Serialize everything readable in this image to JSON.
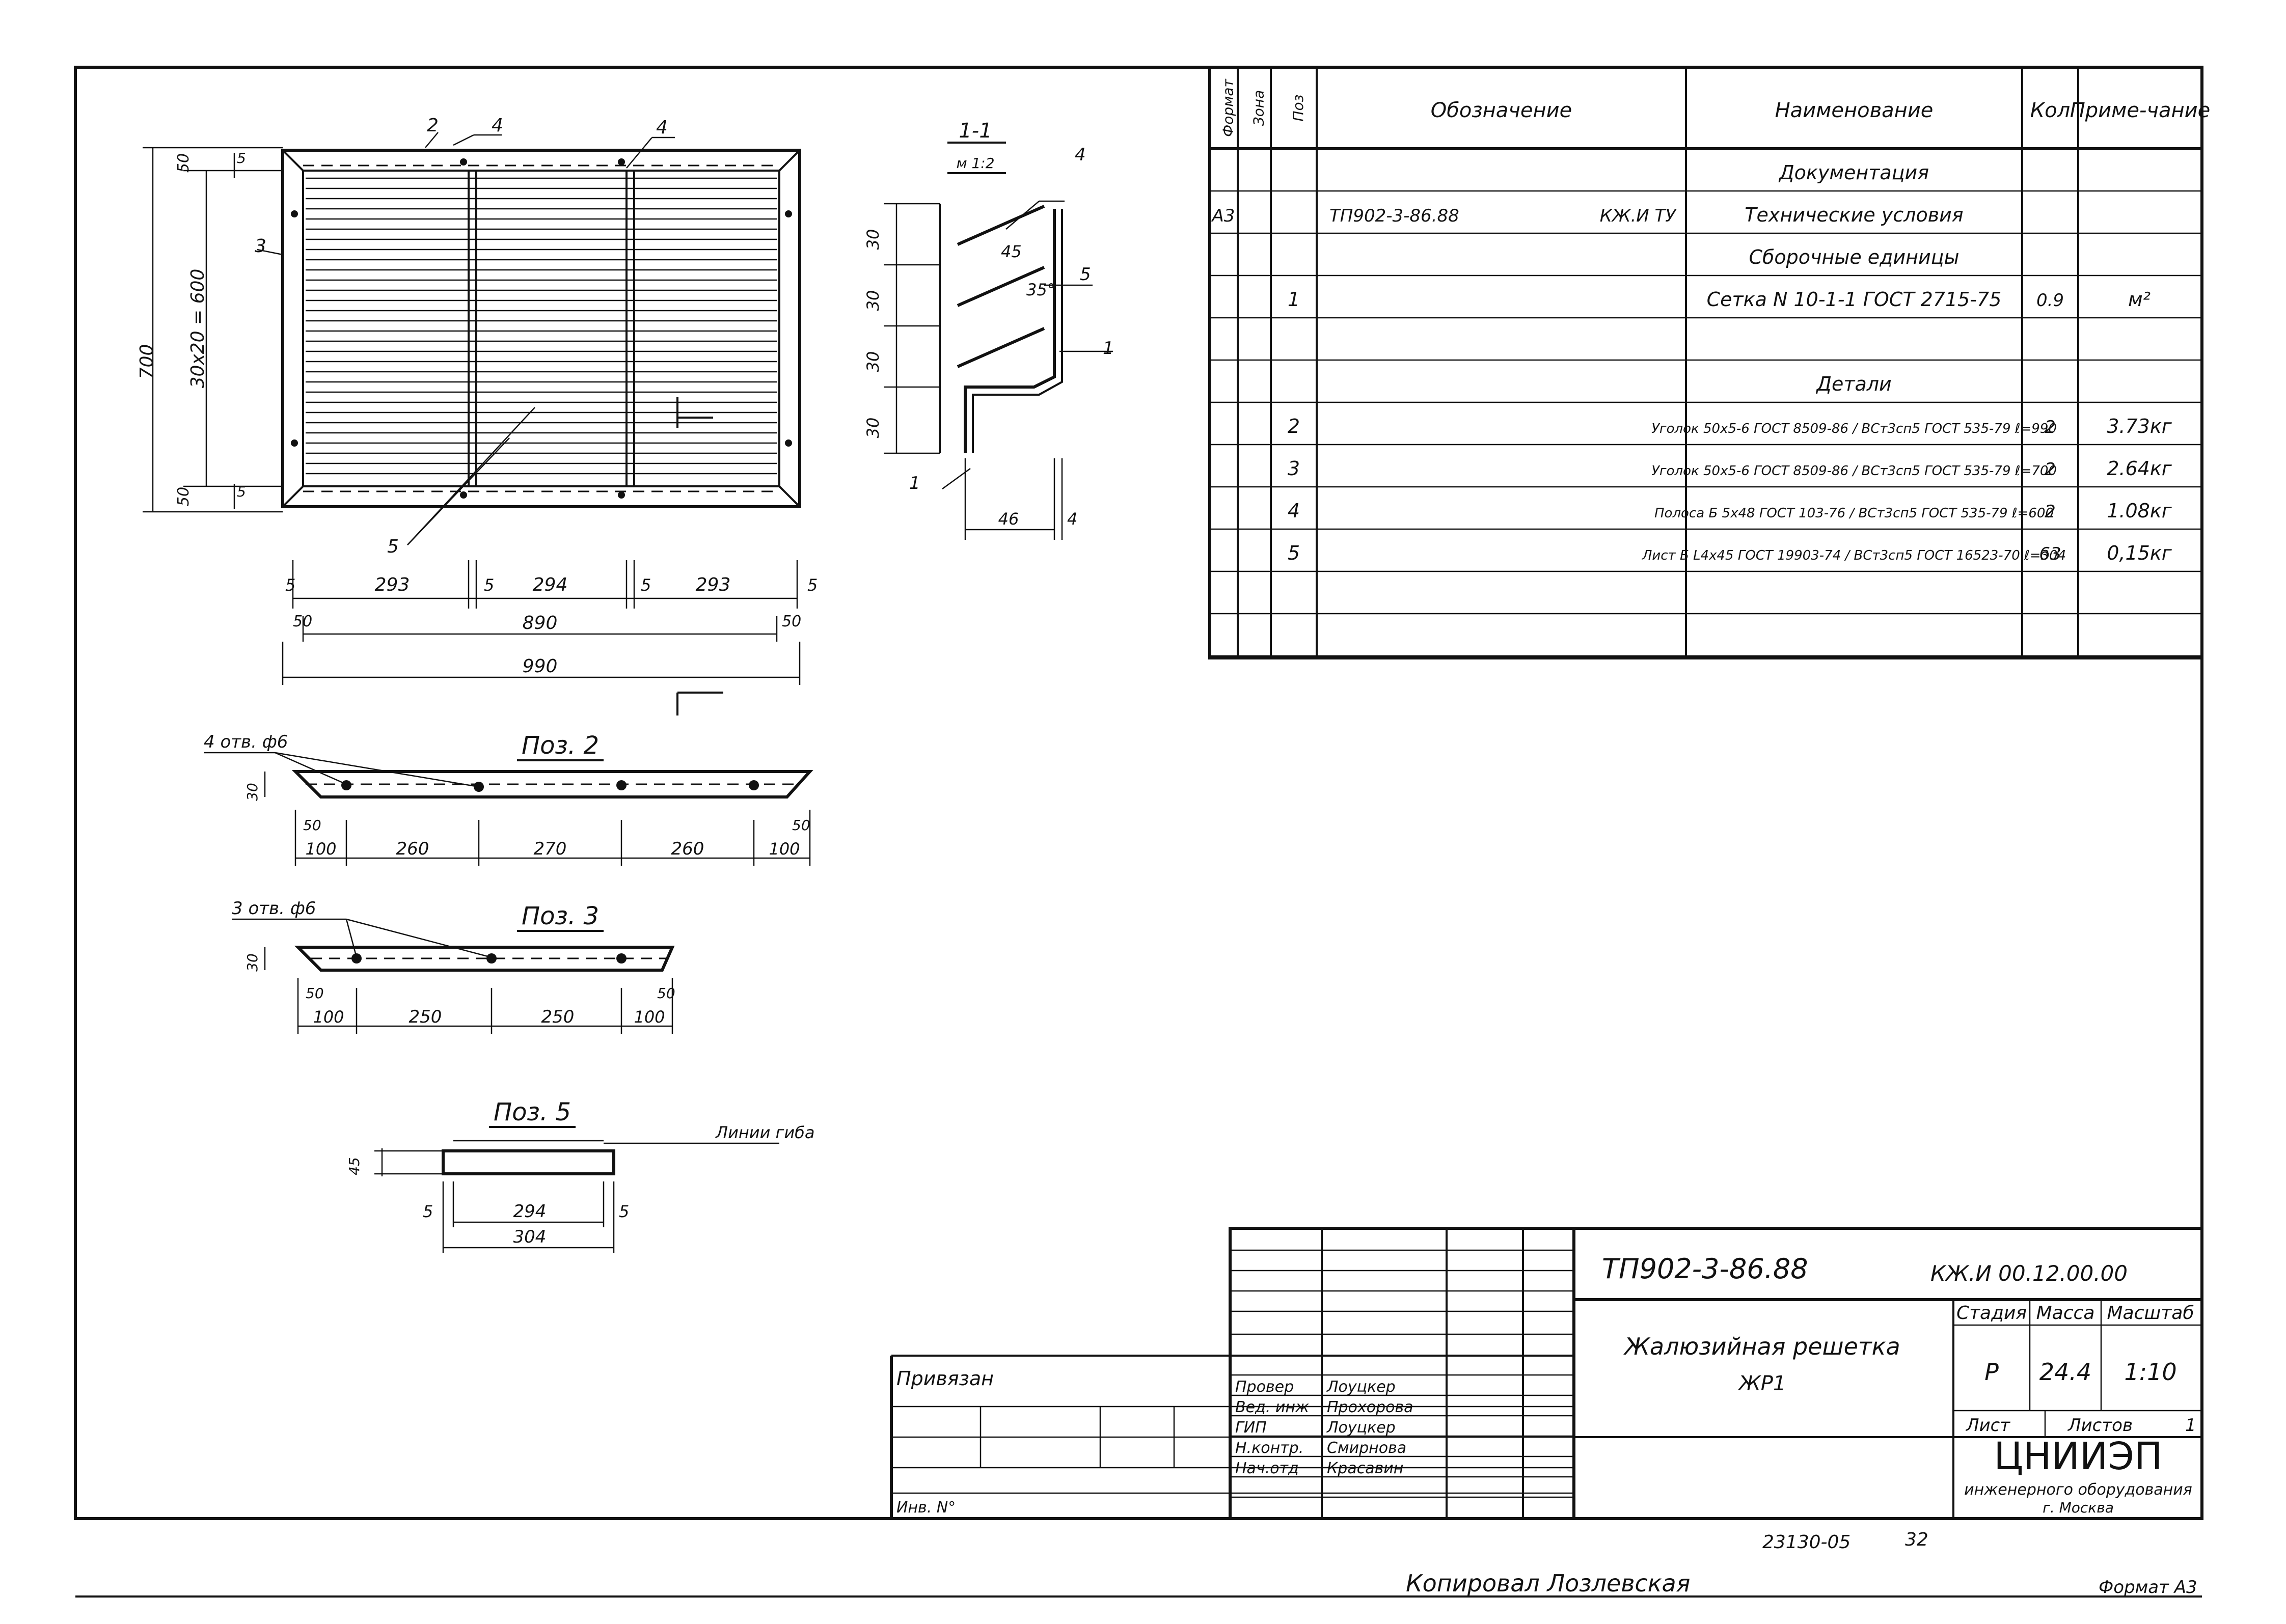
{
  "section_label": "1-1",
  "section_scale": "м 1:2",
  "table": {
    "headers": [
      "Формат",
      "Зона",
      "Поз",
      "Обозначение",
      "Наименование",
      "Кол",
      "Приме-чание"
    ],
    "rows": [
      {
        "format": "",
        "zone": "",
        "pos": "",
        "designation": "",
        "name": "Документация",
        "qty": "",
        "note": ""
      },
      {
        "format": "А3",
        "zone": "",
        "pos": "",
        "designation": "ТП902-3-86.88",
        "designation_code": "КЖ.И ТУ",
        "name": "Технические условия",
        "qty": "",
        "note": ""
      },
      {
        "format": "",
        "zone": "",
        "pos": "",
        "designation": "",
        "name": "Сборочные единицы",
        "qty": "",
        "note": ""
      },
      {
        "format": "",
        "zone": "",
        "pos": "1",
        "designation": "",
        "name": "Сетка N 10-1-1 ГОСТ 2715-75",
        "qty": "0.9",
        "note": "м²"
      },
      {
        "format": "",
        "zone": "",
        "pos": "",
        "designation": "",
        "name": "",
        "qty": "",
        "note": ""
      },
      {
        "format": "",
        "zone": "",
        "pos": "",
        "designation": "",
        "name": "Детали",
        "qty": "",
        "note": ""
      },
      {
        "format": "",
        "zone": "",
        "pos": "2",
        "designation": "",
        "name": "Уголок 50х5-6 ГОСТ 8509-86 / ВСт3сп5 ГОСТ 535-79 ℓ=990",
        "qty": "2",
        "note": "3.73кг"
      },
      {
        "format": "",
        "zone": "",
        "pos": "3",
        "designation": "",
        "name": "Уголок 50х5-6 ГОСТ 8509-86 / ВСт3сп5 ГОСТ 535-79 ℓ=700",
        "qty": "2",
        "note": "2.64кг"
      },
      {
        "format": "",
        "zone": "",
        "pos": "4",
        "designation": "",
        "name": "Полоса Б 5х48 ГОСТ 103-76 / ВСт3сп5 ГОСТ 535-79 ℓ=600",
        "qty": "2",
        "note": "1.08кг"
      },
      {
        "format": "",
        "zone": "",
        "pos": "5",
        "designation": "",
        "name": "Лист Б L4х45 ГОСТ 19903-74 / ВСт3сп5 ГОСТ 16523-70 ℓ=304",
        "qty": "63",
        "note": "0,15кг"
      },
      {
        "format": "",
        "zone": "",
        "pos": "",
        "designation": "",
        "name": "",
        "qty": "",
        "note": ""
      },
      {
        "format": "",
        "zone": "",
        "pos": "",
        "designation": "",
        "name": "",
        "qty": "",
        "note": ""
      }
    ]
  },
  "part_labels": {
    "poz2": "Поз. 2",
    "poz3": "Поз. 3",
    "poz5": "Поз. 5",
    "holes4": "4 отв. ф6",
    "holes3": "3 отв. ф6",
    "bend_line": "Линии гиба"
  },
  "dims": {
    "frame_h": "700",
    "frame_inner": "30х20 = 600",
    "top_50": "50",
    "bot_50": "50",
    "five": "5",
    "seg1": "293",
    "seg2": "294",
    "seg3": "293",
    "inner_w": "890",
    "outer_w": "990",
    "edge_50": "50",
    "sec_30": "30",
    "sec_45": "45",
    "sec_35": "35°",
    "sec_46": "46",
    "sec_4": "4",
    "p2_30": "30",
    "p2_50": "50",
    "p2_100": "100",
    "p2_260": "260",
    "p2_270": "270",
    "p3_250": "250",
    "p5_45": "45",
    "p5_294": "294",
    "p5_304": "304"
  },
  "title_block": {
    "doc_number": "ТП902-3-86.88",
    "doc_code": "КЖ.И  00.12.00.00",
    "title": "Жалюзийная решетка",
    "subtitle": "ЖР1",
    "stage_label": "Стадия",
    "mass_label": "Масса",
    "scale_label": "Масштаб",
    "stage": "Р",
    "mass": "24.4",
    "scale": "1:10",
    "sheet_label": "Лист",
    "sheets_label": "Листов",
    "sheets": "1",
    "org": "ЦНИИЭП",
    "org_sub": "инженерного оборудования",
    "city": "г. Москва",
    "privyazan": "Привязан",
    "inv": "Инв. N°",
    "roles": [
      {
        "role": "Провер",
        "name": "Лоуцкер"
      },
      {
        "role": "Вед. инж",
        "name": "Прохорова"
      },
      {
        "role": "ГИП",
        "name": "Лоуцкер"
      },
      {
        "role": "Н.контр.",
        "name": "Смирнова"
      },
      {
        "role": "Нач.отд",
        "name": "Красавин"
      }
    ]
  },
  "footer": {
    "archive": "23130-05",
    "page": "32",
    "copied": "Копировал  Лозлевская",
    "format": "Формат А3"
  }
}
